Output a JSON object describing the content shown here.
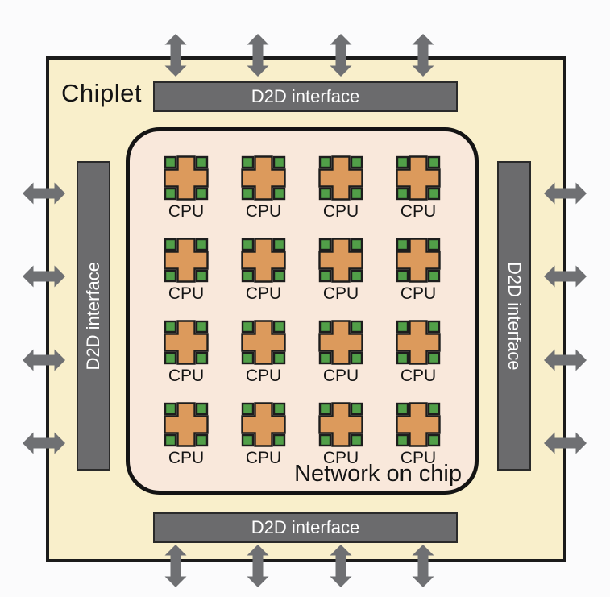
{
  "chip": {
    "label": "Chiplet"
  },
  "noc": {
    "label": "Network on chip"
  },
  "interfaces": {
    "top": {
      "label": "D2D interface"
    },
    "bottom": {
      "label": "D2D interface"
    },
    "left": {
      "label": "D2D interface"
    },
    "right": {
      "label": "D2D interface"
    }
  },
  "cpu_grid": {
    "rows": 4,
    "cols": 4,
    "label": "CPU",
    "count": 16
  },
  "links": {
    "per_side": 4,
    "direction": "bidirectional",
    "icon": "bidirectional-arrow-icon"
  },
  "colors": {
    "canvas_bg": "#fbfbfc",
    "chip_fill": "#f9efcb",
    "chip_border": "#1b1b1b",
    "noc_fill": "#f9e8db",
    "noc_border": "#141414",
    "bar_fill": "#6b6b6d",
    "bar_border": "#2a2a2a",
    "bar_text": "#ffffff",
    "arrow": "#6f7073",
    "cpu_core": "#dc9a5c",
    "cpu_cache": "#519f48",
    "cpu_outline": "#1d1d1d",
    "text": "#141414"
  }
}
